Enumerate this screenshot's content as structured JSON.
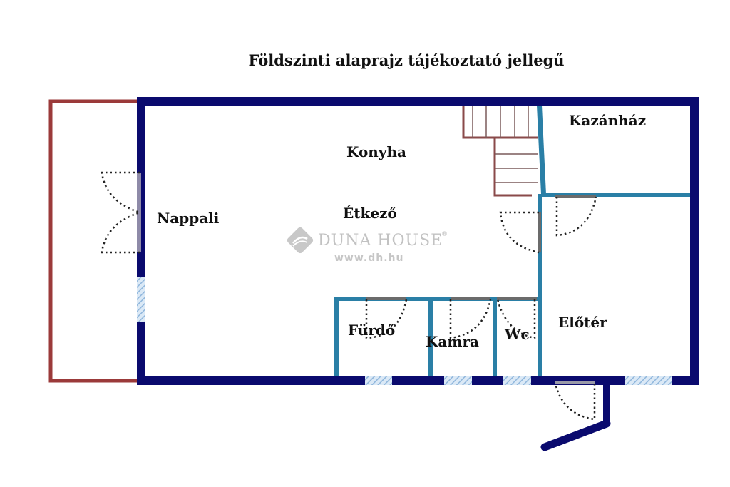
{
  "title": "Földszinti alaprajz tájékoztató jellegű",
  "rooms": {
    "konyha": "Konyha",
    "etkezo": "Étkező",
    "nappali": "Nappali",
    "kazanhaz": "Kazánház",
    "furdo": "Fürdő",
    "kamra": "Kamra",
    "wc": "Wc",
    "eloter": "Előtér"
  },
  "watermark": {
    "brand": "DUNA HOUSE",
    "registered": "®",
    "url": "www.dh.hu"
  },
  "colors": {
    "outer_wall": "#0a0a6e",
    "inner_wall": "#2a7fa6",
    "terrace_outline": "#9b3a3a",
    "stairs": "#8a4a4a",
    "door_leaf": "#6b6b6b",
    "window_hatch": "#a8c8e8"
  }
}
